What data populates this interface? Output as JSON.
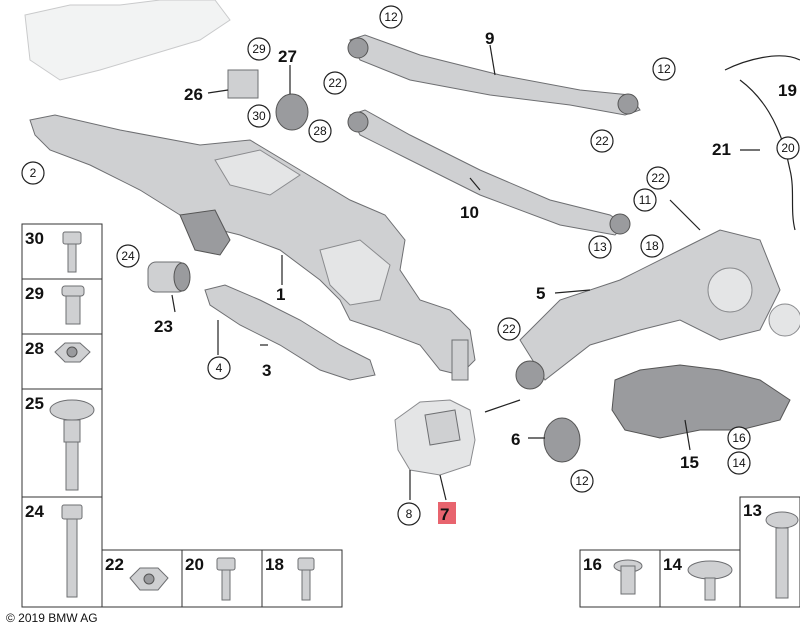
{
  "copyright": "© 2019 BMW AG",
  "highlighted_label": "7",
  "callouts": {
    "c1": "1",
    "c2": "2",
    "c3": "3",
    "c4": "4",
    "c5": "5",
    "c6": "6",
    "c7": "7",
    "c8": "8",
    "c9": "9",
    "c10": "10",
    "c11": "11",
    "c12a": "12",
    "c12b": "12",
    "c12c": "12",
    "c13a": "13",
    "c13b": "13",
    "c14a": "14",
    "c14b": "14",
    "c15": "15",
    "c16a": "16",
    "c16b": "16",
    "c18a": "18",
    "c18b": "18",
    "c19": "19",
    "c20a": "20",
    "c20b": "20",
    "c21": "21",
    "c22a": "22",
    "c22b": "22",
    "c22c": "22",
    "c22d": "22",
    "c22e": "22",
    "c23": "23",
    "c24a": "24",
    "c24b": "24",
    "c25": "25",
    "c26": "26",
    "c27": "27",
    "c28a": "28",
    "c28b": "28",
    "c29a": "29",
    "c29b": "29",
    "c30a": "30",
    "c30b": "30"
  },
  "colors": {
    "highlight": "#e8646e",
    "part": "#cfd0d2",
    "outline": "#6e6f72"
  }
}
